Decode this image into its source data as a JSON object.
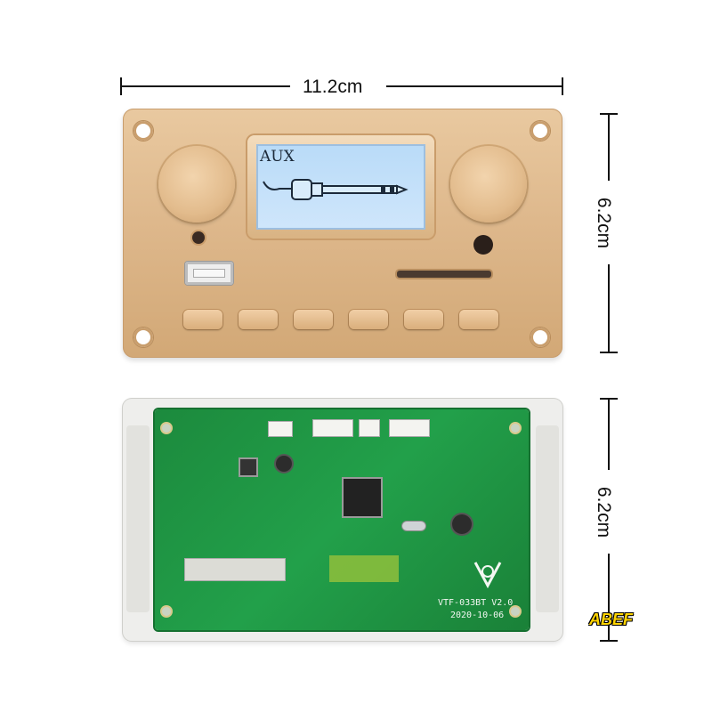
{
  "dimensions": {
    "width_label": "11.2cm",
    "top_height_label": "6.2cm",
    "bottom_height_label": "6.2cm"
  },
  "front_panel": {
    "lcd_text": "AUX"
  },
  "back_board": {
    "model_label": "VTF-033BT V2.0",
    "date_label": "2020-10-06"
  },
  "watermark": "ABEF",
  "colors": {
    "panel_gold": "#deb88c",
    "lcd_blue": "#c4e0fa",
    "pcb_green": "#22a04a",
    "watermark_yellow": "#ffd400"
  }
}
